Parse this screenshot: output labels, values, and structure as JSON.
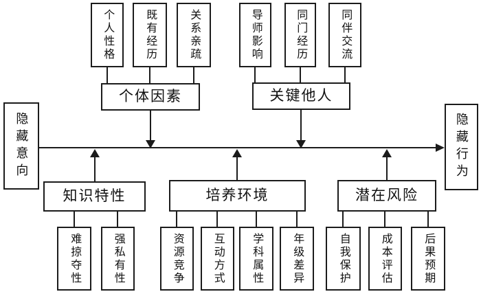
{
  "diagram": {
    "type": "influence-model-flowchart",
    "flow": {
      "from_label": "隐藏意向",
      "to_label": "隐藏行为"
    },
    "top_groups": [
      {
        "parent": "个体因素",
        "children": [
          "个人性格",
          "既有经历",
          "关系亲疏"
        ]
      },
      {
        "parent": "关键他人",
        "children": [
          "导师影响",
          "同门经历",
          "同伴交流"
        ]
      }
    ],
    "bottom_groups": [
      {
        "parent": "知识特性",
        "children": [
          "难掠夺性",
          "强私有性"
        ]
      },
      {
        "parent": "培养环境",
        "children": [
          "资源竞争",
          "互动方式",
          "学科属性",
          "年级差异"
        ]
      },
      {
        "parent": "潜在风险",
        "children": [
          "自我保护",
          "成本评估",
          "后果预期"
        ]
      }
    ],
    "colors": {
      "background": "#ffffff",
      "line": "#1b1b1b",
      "text": "#111111"
    }
  }
}
